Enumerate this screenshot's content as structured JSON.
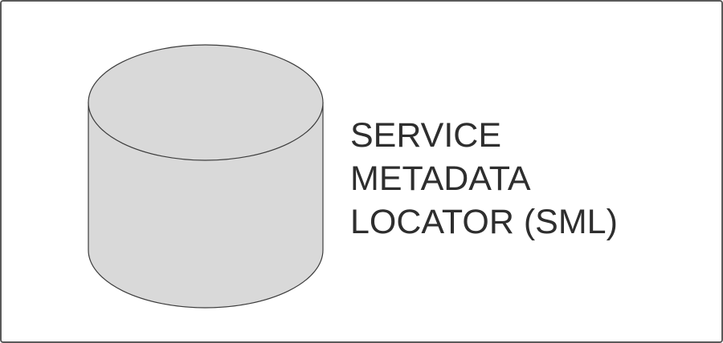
{
  "diagram": {
    "label_lines": [
      "SERVICE",
      "METADATA",
      "LOCATOR (SML)"
    ],
    "shape": "cylinder-icon",
    "colors": {
      "cylinder_fill": "#d9d9d9",
      "cylinder_stroke": "#3c3c3c",
      "text": "#2e2e2e",
      "frame_border": "#5a5a5a"
    }
  }
}
